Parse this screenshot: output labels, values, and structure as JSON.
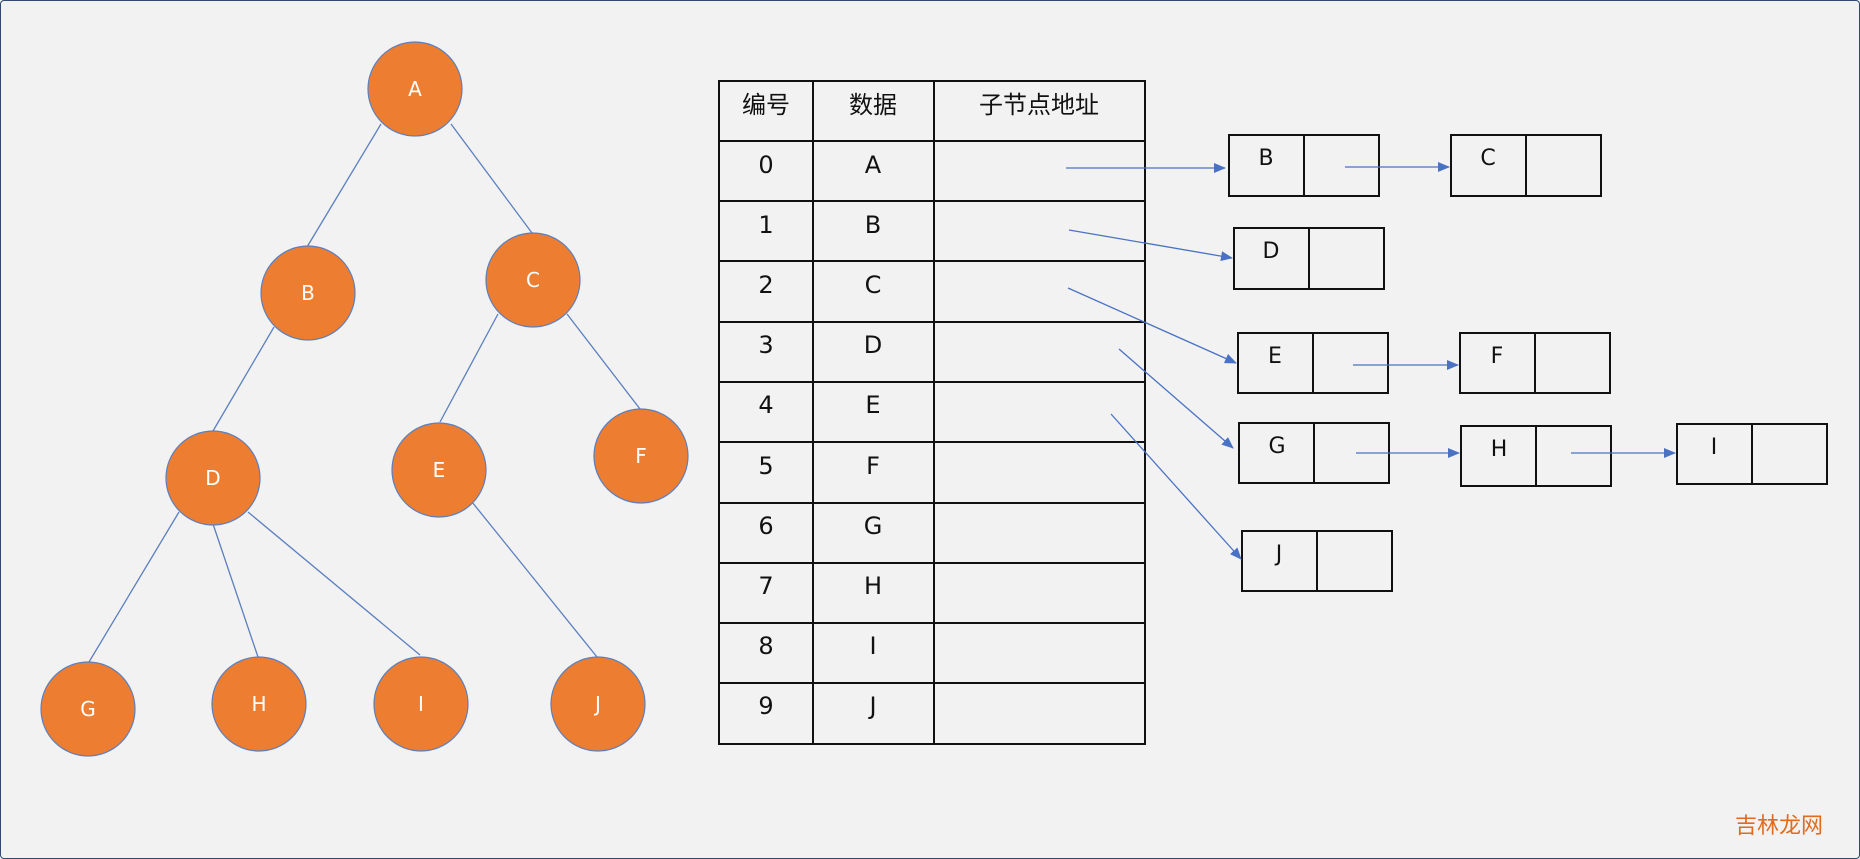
{
  "tree": {
    "nodes": [
      {
        "id": "A",
        "label": "A"
      },
      {
        "id": "B",
        "label": "B"
      },
      {
        "id": "C",
        "label": "C"
      },
      {
        "id": "D",
        "label": "D"
      },
      {
        "id": "E",
        "label": "E"
      },
      {
        "id": "F",
        "label": "F"
      },
      {
        "id": "G",
        "label": "G"
      },
      {
        "id": "H",
        "label": "H"
      },
      {
        "id": "I",
        "label": "I"
      },
      {
        "id": "J",
        "label": "J"
      }
    ],
    "edges": [
      [
        "A",
        "B"
      ],
      [
        "A",
        "C"
      ],
      [
        "B",
        "D"
      ],
      [
        "C",
        "E"
      ],
      [
        "C",
        "F"
      ],
      [
        "D",
        "G"
      ],
      [
        "D",
        "H"
      ],
      [
        "D",
        "I"
      ],
      [
        "E",
        "J"
      ]
    ],
    "node_color": "#ed7d31",
    "edge_color": "#5b7fbf"
  },
  "table": {
    "headers": [
      "编号",
      "数据",
      "子节点地址"
    ],
    "rows": [
      {
        "index": "0",
        "data": "A"
      },
      {
        "index": "1",
        "data": "B"
      },
      {
        "index": "2",
        "data": "C"
      },
      {
        "index": "3",
        "data": "D"
      },
      {
        "index": "4",
        "data": "E"
      },
      {
        "index": "5",
        "data": "F"
      },
      {
        "index": "6",
        "data": "G"
      },
      {
        "index": "7",
        "data": "H"
      },
      {
        "index": "8",
        "data": "I"
      },
      {
        "index": "9",
        "data": "J"
      }
    ]
  },
  "child_lists": [
    {
      "row": "0",
      "children": [
        "B",
        "C"
      ]
    },
    {
      "row": "1",
      "children": [
        "D"
      ]
    },
    {
      "row": "2",
      "children": [
        "E",
        "F"
      ]
    },
    {
      "row": "3",
      "children": [
        "G",
        "H",
        "I"
      ]
    },
    {
      "row": "4",
      "children": [
        "J"
      ]
    }
  ],
  "arrow_color": "#4a72c4",
  "watermark": {
    "text": "吉林龙网"
  }
}
